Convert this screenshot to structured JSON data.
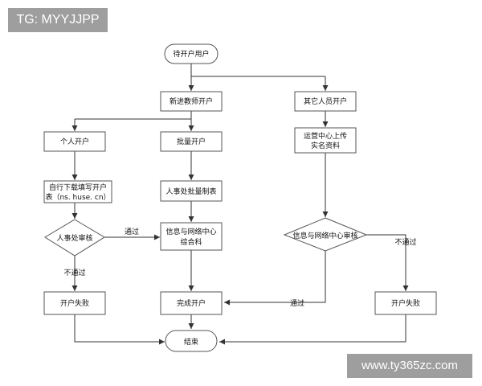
{
  "watermarks": {
    "top_left": "TG: MYYJJPP",
    "bottom_right": "www.ty365zc.com"
  },
  "nodes": {
    "start": "待开户用户",
    "new_teacher": "新进教师开户",
    "other": "其它人员开户",
    "personal": "个人开户",
    "batch": "批量开户",
    "ops_upload": [
      "运营中心上传",
      "实名资料"
    ],
    "self_download": [
      "自行下载填写开户",
      "表（ns. huse. cn）"
    ],
    "hr_batch": "人事处批量制表",
    "hr_review": "人事处审核",
    "info_center": [
      "信息与网络中心",
      "综合科"
    ],
    "info_review": "信息与网络中心审核",
    "complete": "完成开户",
    "fail_left": "开户失败",
    "fail_right": "开户失败",
    "end": "结束"
  },
  "edge_labels": {
    "hr_pass": "通过",
    "hr_fail": "不通过",
    "info_pass": "通过",
    "info_fail": "不通过"
  },
  "colors": {
    "stroke": "#555555",
    "arrow": "#333333",
    "watermark_bg": "#9e9e9e"
  }
}
